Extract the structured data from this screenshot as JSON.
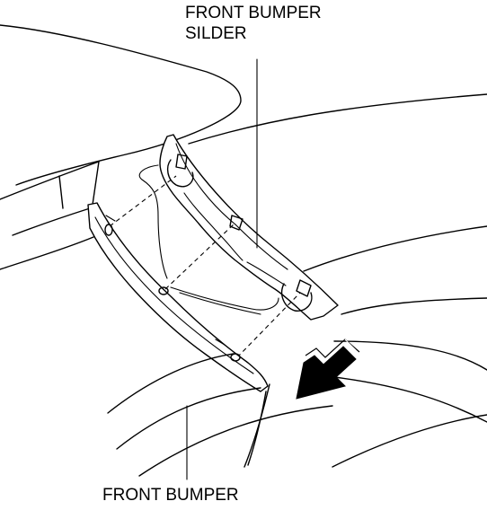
{
  "labels": {
    "slider": [
      "FRONT BUMPER",
      "SILDER"
    ],
    "bumper": "FRONT BUMPER"
  },
  "arrow": {
    "meaning": "direction-of-removal",
    "color": "#000000"
  },
  "colors": {
    "line": "#000000",
    "background": "#ffffff"
  }
}
